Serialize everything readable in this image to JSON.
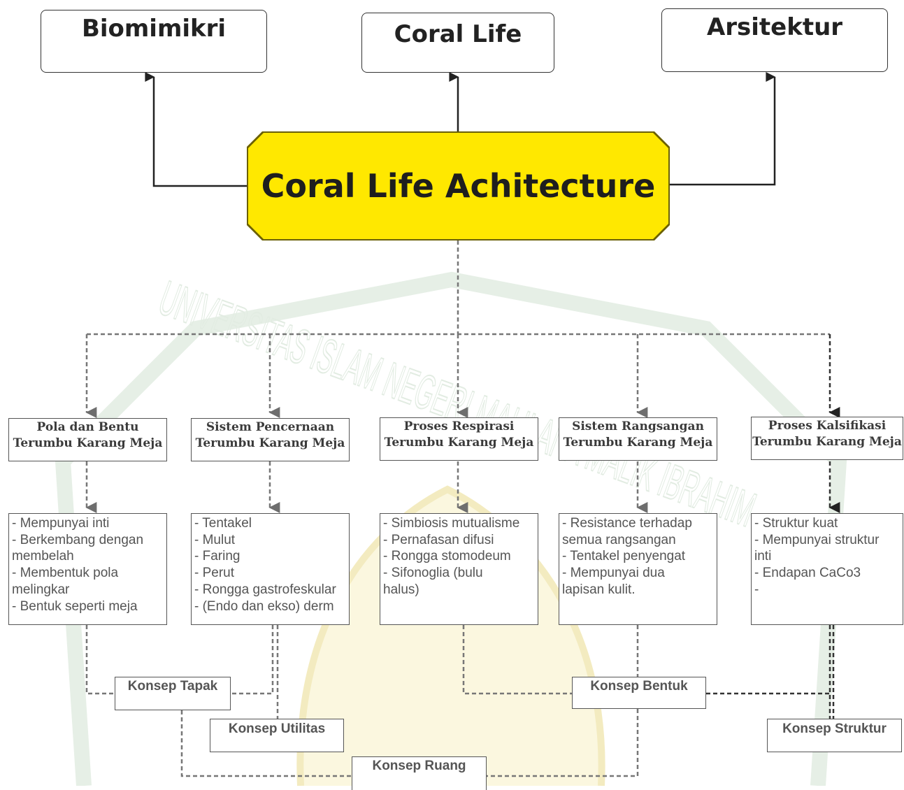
{
  "top_nodes": {
    "biomimikri": "Biomimikri",
    "coral_life": "Coral Life",
    "arsitektur": "Arsitektur"
  },
  "center_node": "Coral Life Achitecture",
  "categories": [
    {
      "line1": "Pola dan Bentu",
      "line2": "Terumbu Karang Meja"
    },
    {
      "line1": "Sistem Pencernaan",
      "line2": "Terumbu Karang Meja"
    },
    {
      "line1": "Proses Respirasi",
      "line2": "Terumbu Karang Meja"
    },
    {
      "line1": "Sistem Rangsangan",
      "line2": "Terumbu Karang Meja"
    },
    {
      "line1": "Proses Kalsifikasi",
      "line2": "Terumbu Karang Meja"
    }
  ],
  "details": [
    [
      "- Mempunyai inti",
      "- Berkembang dengan",
      "membelah",
      "- Membentuk pola",
      "melingkar",
      "- Bentuk seperti meja"
    ],
    [
      "- Tentakel",
      "- Mulut",
      "- Faring",
      "- Perut",
      "- Rongga gastrofeskular",
      "- (Endo dan ekso) derm"
    ],
    [
      "- Simbiosis mutualisme",
      "- Pernafasan difusi",
      "- Rongga stomodeum",
      "- Sifonoglia (bulu",
      "halus)"
    ],
    [
      "- Resistance terhadap",
      "semua rangsangan",
      "- Tentakel penyengat",
      "- Mempunyai dua",
      "lapisan kulit."
    ],
    [
      "- Struktur kuat",
      "- Mempunyai struktur",
      "inti",
      "- Endapan CaCo3",
      "-"
    ]
  ],
  "konsep": {
    "tapak": "Konsep Tapak",
    "utilitas": "Konsep Utilitas",
    "bentuk": "Konsep Bentuk",
    "struktur": "Konsep Struktur",
    "ruang": "Konsep Ruang"
  },
  "watermark": {
    "text": "UNIVERSITAS ISLAM NEGERI MAULANA MALIK IBRAHIM",
    "colors": {
      "outline": "#e4eee4",
      "emblem": "#f6efc4"
    }
  },
  "colors": {
    "center_fill": "#ffe800",
    "solid_arrow": "#222222",
    "dashed_line": "#777777",
    "struktur_line": "#333333"
  }
}
